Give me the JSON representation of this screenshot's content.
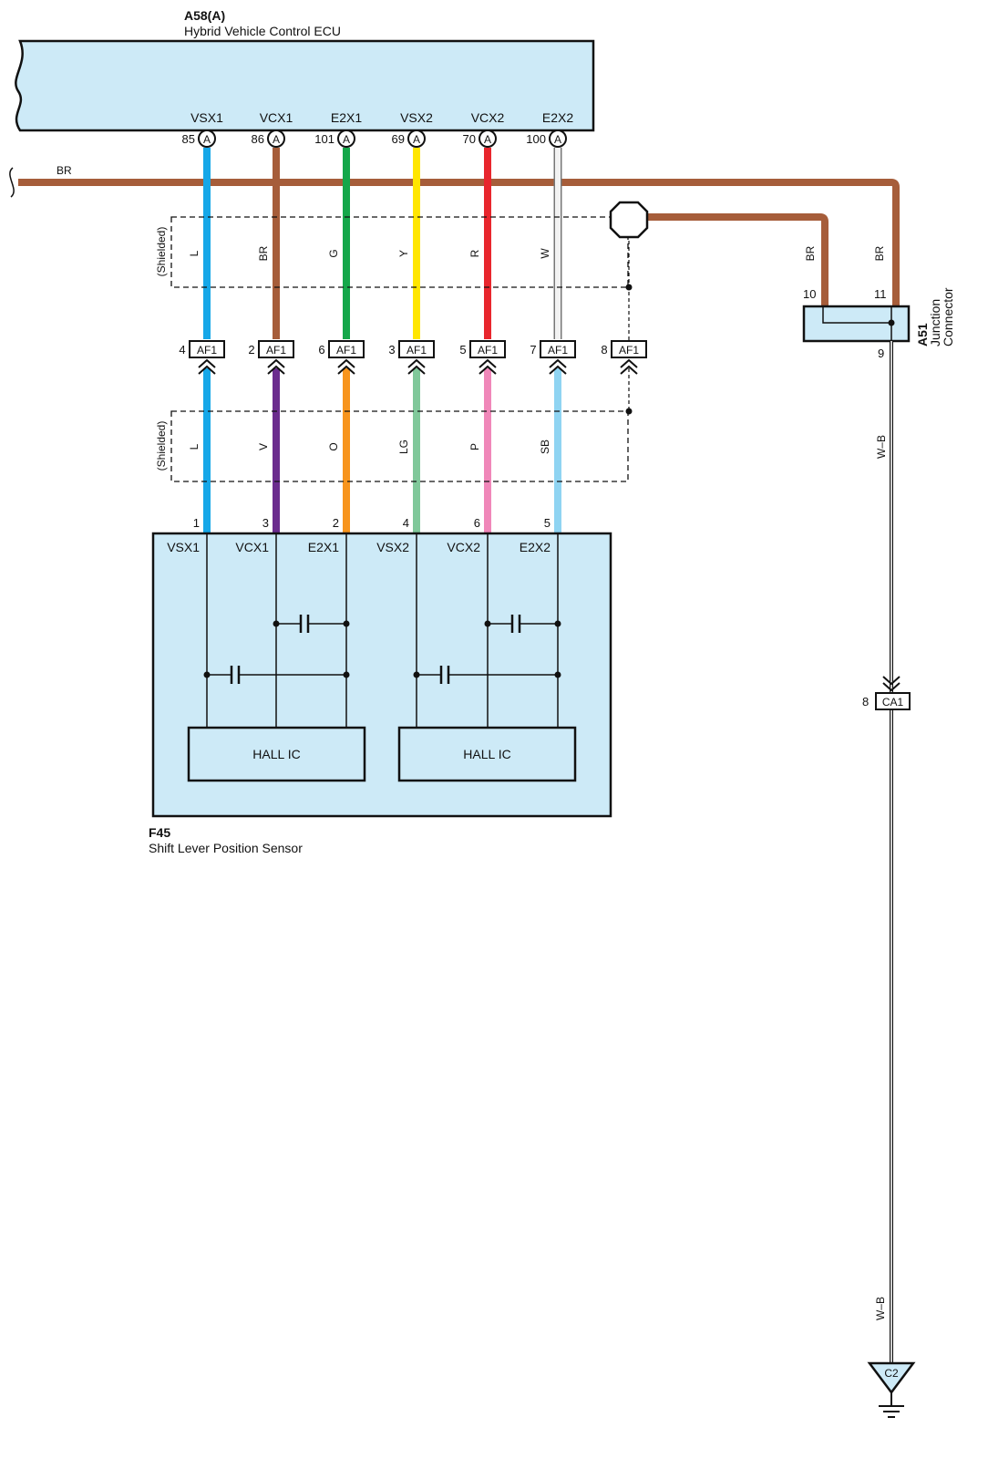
{
  "colors": {
    "box_fill": "#cdeaf7",
    "BR": "#a65d3a",
    "L": "#16a7e8",
    "G": "#15a74a",
    "Y": "#ffe600",
    "R": "#e8262d",
    "W": "#f2f2f2",
    "V": "#6b2c8e",
    "O": "#f7941d",
    "LG": "#80c89a",
    "P": "#f087b9",
    "SB": "#8fd4f2"
  },
  "ecu": {
    "code": "A58(A)",
    "name": "Hybrid Vehicle Control ECU",
    "connector_mark": "A",
    "terminals": [
      {
        "name": "VSX1",
        "pin": "85"
      },
      {
        "name": "VCX1",
        "pin": "86"
      },
      {
        "name": "E2X1",
        "pin": "101"
      },
      {
        "name": "VSX2",
        "pin": "69"
      },
      {
        "name": "VCX2",
        "pin": "70"
      },
      {
        "name": "E2X2",
        "pin": "100"
      }
    ]
  },
  "br_line": {
    "color_code": "BR"
  },
  "shield_label": "(Shielded)",
  "upper_wires": [
    "L",
    "BR",
    "G",
    "Y",
    "R",
    "W"
  ],
  "lower_wires": [
    "L",
    "V",
    "O",
    "LG",
    "P",
    "SB"
  ],
  "af1": {
    "label": "AF1",
    "pins": [
      "4",
      "2",
      "6",
      "3",
      "5",
      "7",
      "8"
    ]
  },
  "sensor": {
    "code": "F45",
    "name": "Shift Lever Position Sensor",
    "pins": [
      "1",
      "3",
      "2",
      "4",
      "6",
      "5"
    ],
    "terminals": [
      "VSX1",
      "VCX1",
      "E2X1",
      "VSX2",
      "VCX2",
      "E2X2"
    ],
    "ic_label": "HALL IC"
  },
  "junction": {
    "code": "A51",
    "name_line1": "Junction",
    "name_line2": "Connector",
    "in_pins": [
      "10",
      "11"
    ],
    "in_wires": [
      "BR",
      "BR"
    ],
    "out_pin": "9"
  },
  "ground_wire": {
    "code": "W–B",
    "connector": "CA1",
    "connector_pin": "8",
    "ground_point": "C2"
  }
}
